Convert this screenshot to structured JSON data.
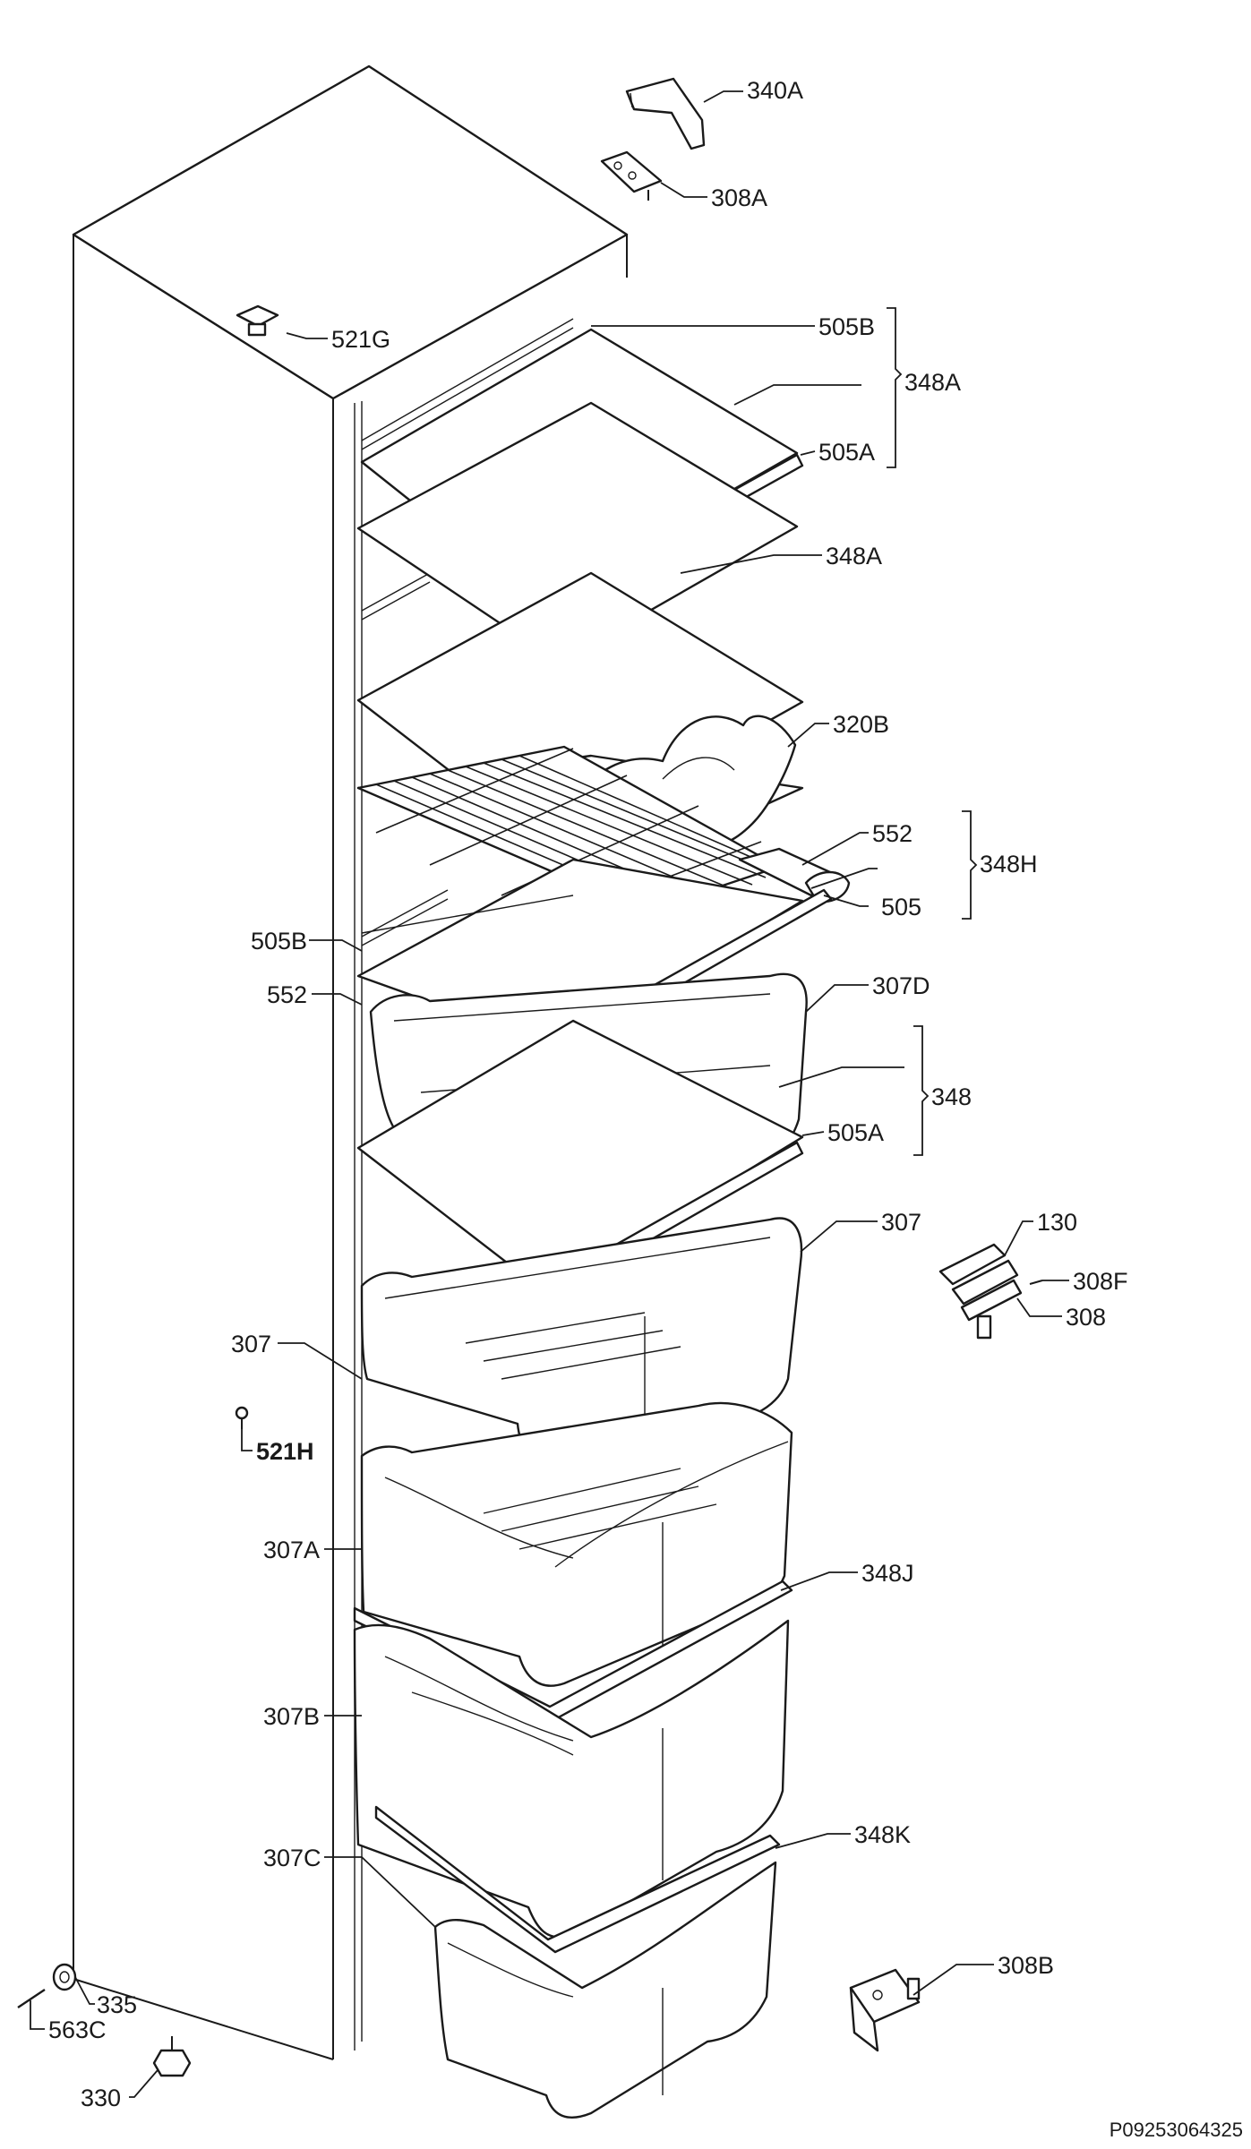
{
  "labels": {
    "l_340A": "340A",
    "l_308A": "308A",
    "l_521G": "521G",
    "l_505B_top": "505B",
    "l_348A_brace": "348A",
    "l_505A_top": "505A",
    "l_348A_2": "348A",
    "l_320B": "320B",
    "l_552_right": "552",
    "l_348H": "348H",
    "l_505": "505",
    "l_505B_left": "505B",
    "l_552_left": "552",
    "l_307D": "307D",
    "l_348": "348",
    "l_505A_mid": "505A",
    "l_307_right": "307",
    "l_130": "130",
    "l_308F": "308F",
    "l_308": "308",
    "l_307_left": "307",
    "l_521H": "521H",
    "l_307A": "307A",
    "l_348J": "348J",
    "l_307B": "307B",
    "l_307C": "307C",
    "l_348K": "348K",
    "l_308B": "308B",
    "l_335": "335",
    "l_563C": "563C",
    "l_330": "330"
  },
  "reference": "P09253064325"
}
